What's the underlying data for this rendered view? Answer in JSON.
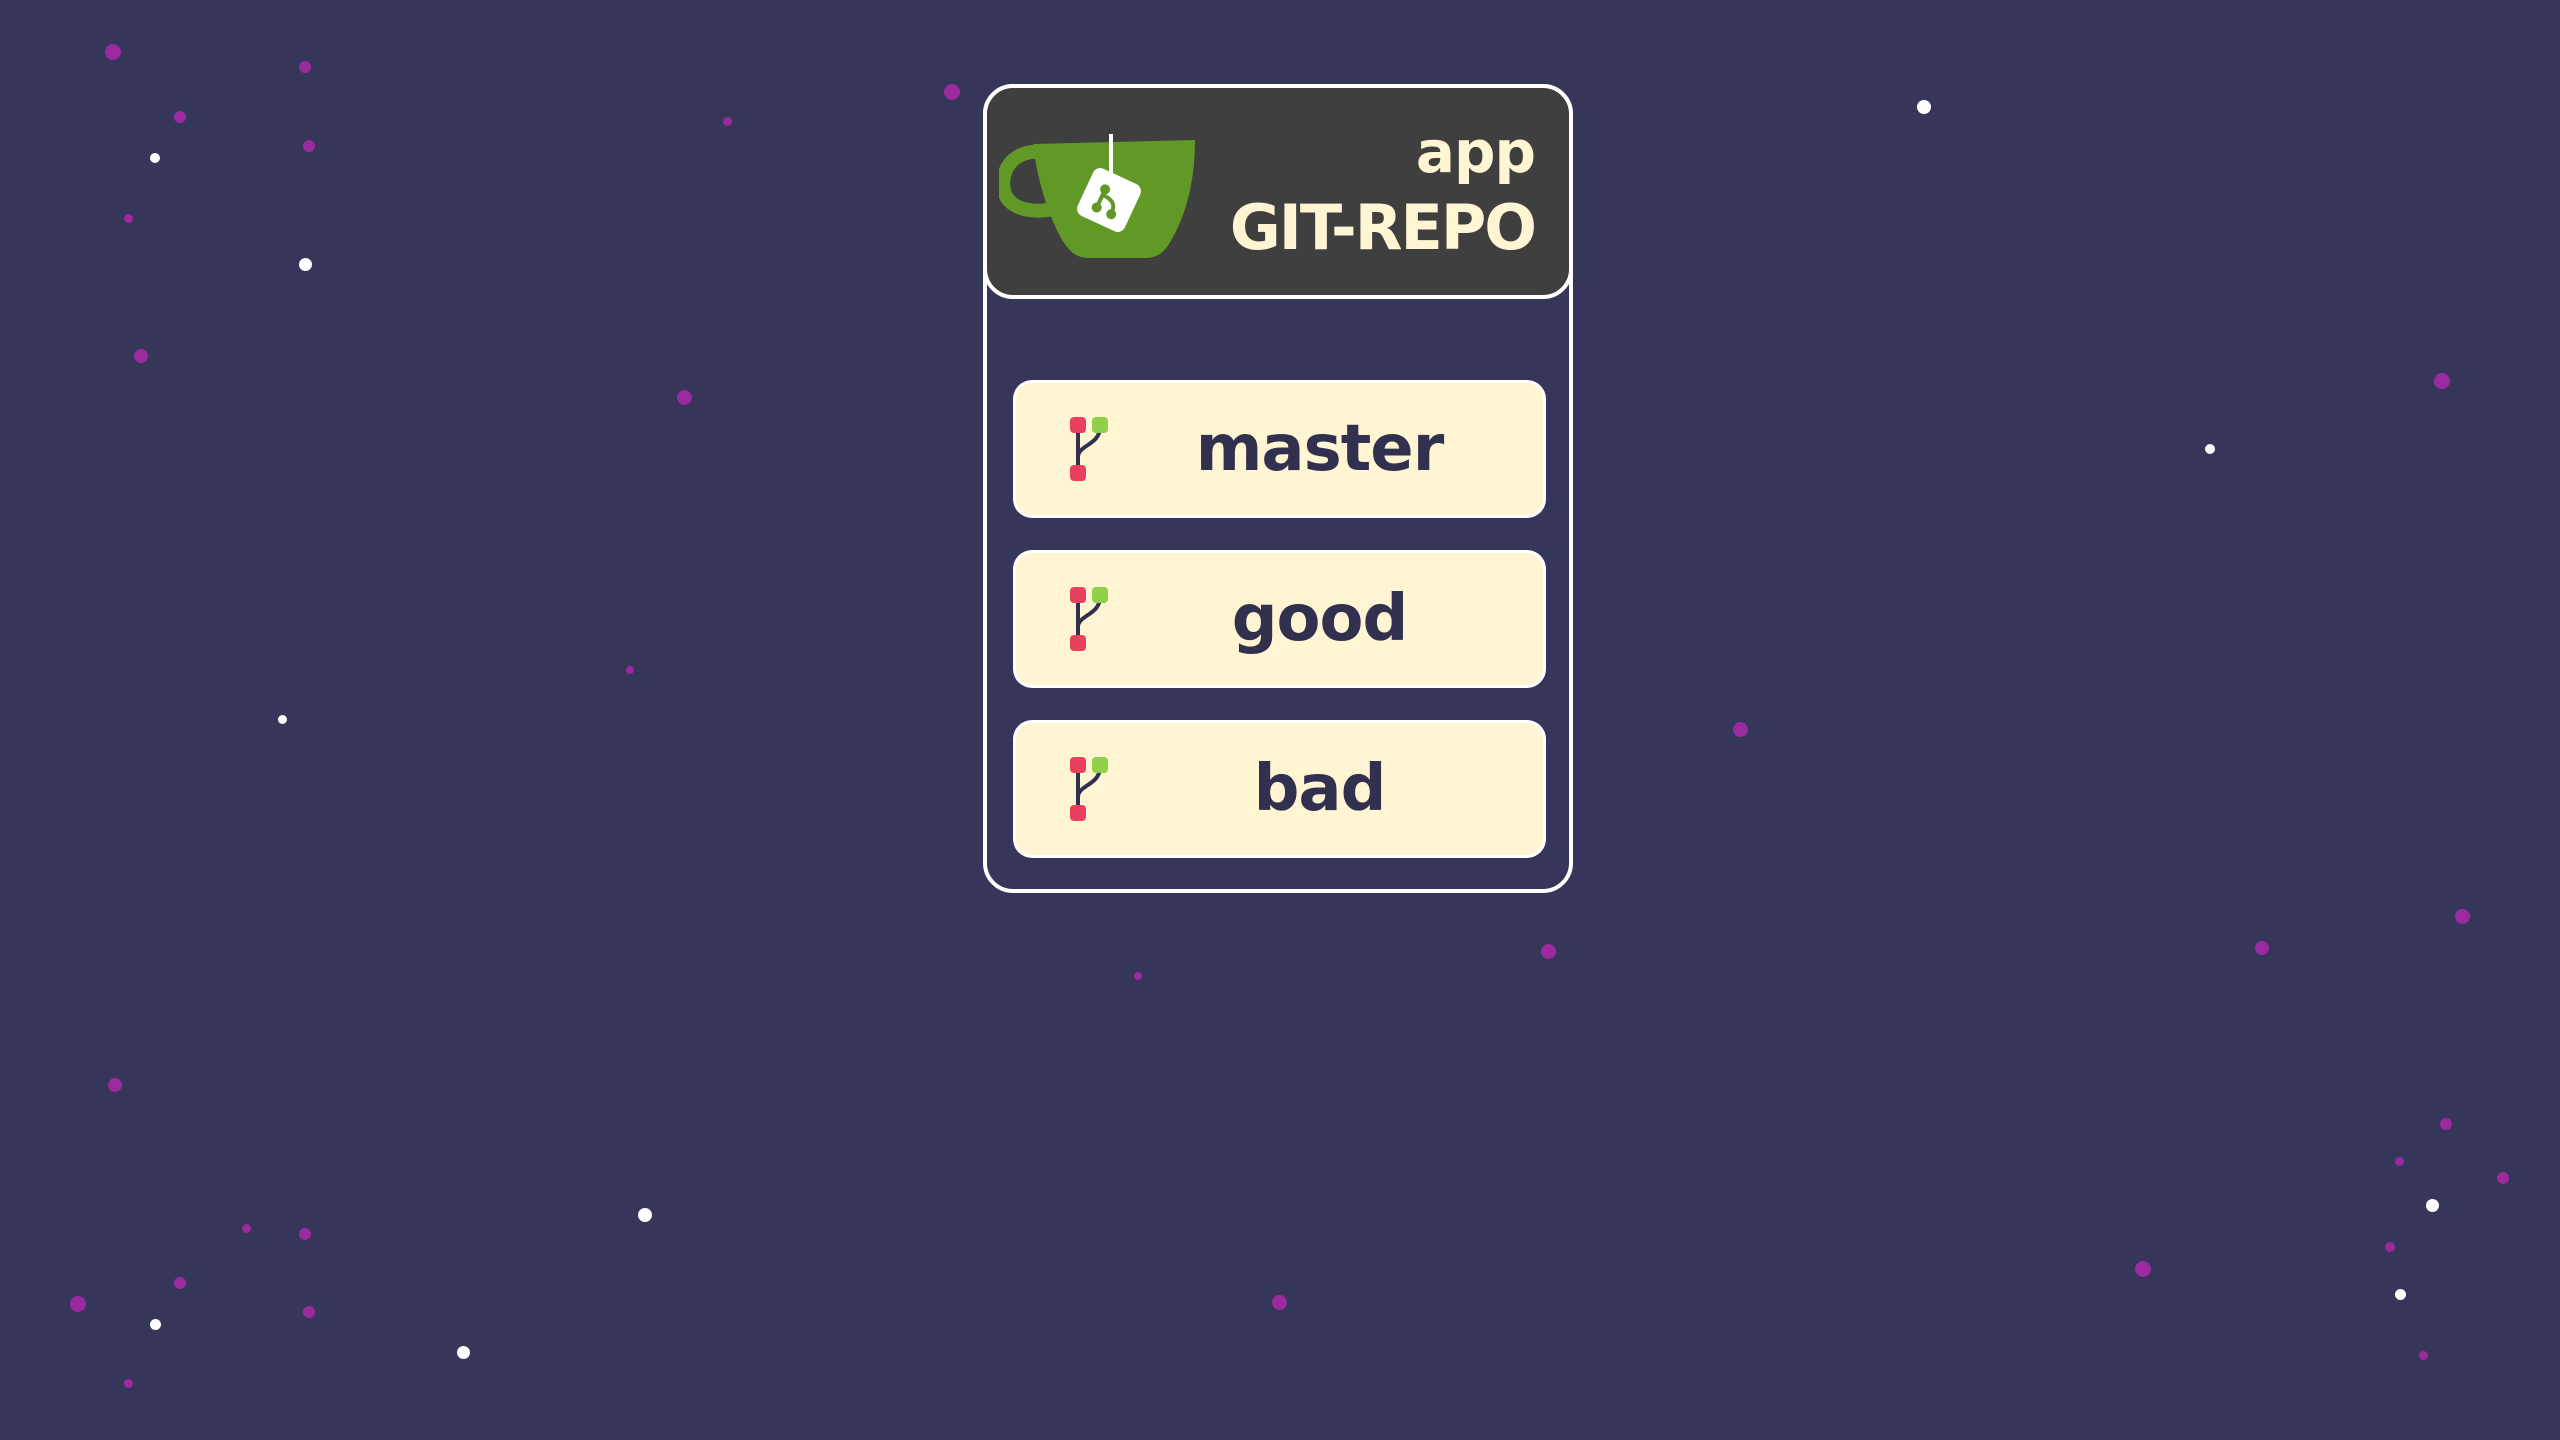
{
  "repo": {
    "name": "app",
    "title": "GIT-REPO",
    "logo_icon": "gitea-teacup-icon"
  },
  "branches": [
    {
      "label": "master",
      "icon": "git-branch-icon"
    },
    {
      "label": "good",
      "icon": "git-branch-icon"
    },
    {
      "label": "bad",
      "icon": "git-branch-icon"
    }
  ],
  "colors": {
    "background": "#36355a",
    "card_border": "#ffffff",
    "header_bg": "#3f3f3f",
    "header_text": "#fff5d3",
    "branch_bg": "#fff5d3",
    "branch_text": "#31304f",
    "logo_green": "#609926",
    "branch_icon_red": "#e8405e",
    "branch_icon_green": "#8ed04a",
    "star_pink": "#9a2a9e",
    "star_white": "#ffffff"
  }
}
